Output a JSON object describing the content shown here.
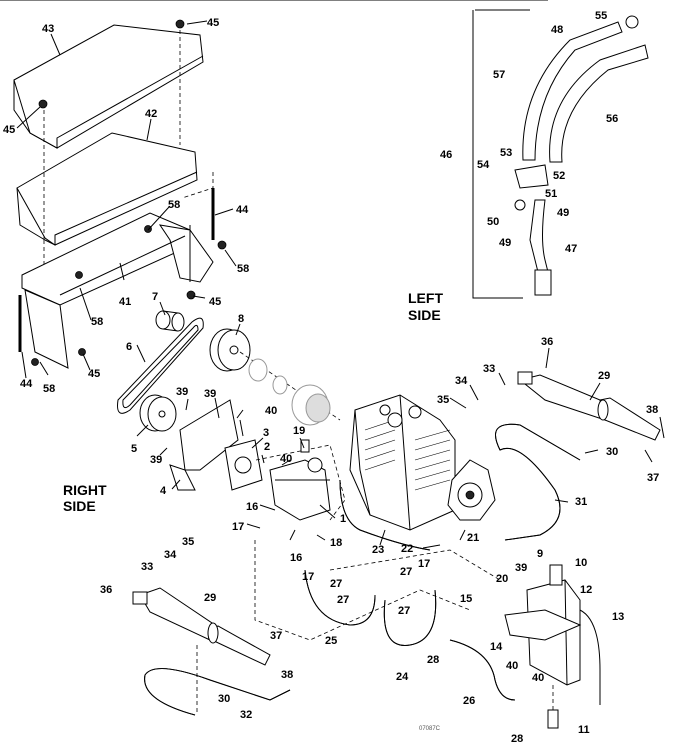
{
  "diagram": {
    "type": "exploded-parts-diagram",
    "section_labels": {
      "left_side": [
        "LEFT",
        "SIDE"
      ],
      "right_side": [
        "RIGHT",
        "SIDE"
      ]
    },
    "drawing_code": "07087C",
    "callouts": [
      {
        "id": "c1",
        "label": "1"
      },
      {
        "id": "c2",
        "label": "2"
      },
      {
        "id": "c3",
        "label": "3"
      },
      {
        "id": "c4",
        "label": "4"
      },
      {
        "id": "c5",
        "label": "5"
      },
      {
        "id": "c6",
        "label": "6"
      },
      {
        "id": "c7",
        "label": "7"
      },
      {
        "id": "c8",
        "label": "8"
      },
      {
        "id": "c9",
        "label": "9"
      },
      {
        "id": "c10",
        "label": "10"
      },
      {
        "id": "c11",
        "label": "11"
      },
      {
        "id": "c12",
        "label": "12"
      },
      {
        "id": "c13",
        "label": "13"
      },
      {
        "id": "c14",
        "label": "14"
      },
      {
        "id": "c15",
        "label": "15"
      },
      {
        "id": "c16a",
        "label": "16"
      },
      {
        "id": "c16b",
        "label": "16"
      },
      {
        "id": "c17a",
        "label": "17"
      },
      {
        "id": "c17b",
        "label": "17"
      },
      {
        "id": "c17c",
        "label": "17"
      },
      {
        "id": "c18",
        "label": "18"
      },
      {
        "id": "c19",
        "label": "19"
      },
      {
        "id": "c20",
        "label": "20"
      },
      {
        "id": "c21",
        "label": "21"
      },
      {
        "id": "c22",
        "label": "22"
      },
      {
        "id": "c23",
        "label": "23"
      },
      {
        "id": "c24",
        "label": "24"
      },
      {
        "id": "c25",
        "label": "25"
      },
      {
        "id": "c26",
        "label": "26"
      },
      {
        "id": "c27a",
        "label": "27"
      },
      {
        "id": "c27b",
        "label": "27"
      },
      {
        "id": "c27c",
        "label": "27"
      },
      {
        "id": "c27d",
        "label": "27"
      },
      {
        "id": "c28a",
        "label": "28"
      },
      {
        "id": "c28b",
        "label": "28"
      },
      {
        "id": "c29a",
        "label": "29"
      },
      {
        "id": "c29b",
        "label": "29"
      },
      {
        "id": "c30a",
        "label": "30"
      },
      {
        "id": "c30b",
        "label": "30"
      },
      {
        "id": "c31",
        "label": "31"
      },
      {
        "id": "c32",
        "label": "32"
      },
      {
        "id": "c33a",
        "label": "33"
      },
      {
        "id": "c33b",
        "label": "33"
      },
      {
        "id": "c34a",
        "label": "34"
      },
      {
        "id": "c34b",
        "label": "34"
      },
      {
        "id": "c35a",
        "label": "35"
      },
      {
        "id": "c35b",
        "label": "35"
      },
      {
        "id": "c36a",
        "label": "36"
      },
      {
        "id": "c36b",
        "label": "36"
      },
      {
        "id": "c37a",
        "label": "37"
      },
      {
        "id": "c37b",
        "label": "37"
      },
      {
        "id": "c38a",
        "label": "38"
      },
      {
        "id": "c38b",
        "label": "38"
      },
      {
        "id": "c39a",
        "label": "39"
      },
      {
        "id": "c39b",
        "label": "39"
      },
      {
        "id": "c39c",
        "label": "39"
      },
      {
        "id": "c39d",
        "label": "39"
      },
      {
        "id": "c40a",
        "label": "40"
      },
      {
        "id": "c40b",
        "label": "40"
      },
      {
        "id": "c40c",
        "label": "40"
      },
      {
        "id": "c40d",
        "label": "40"
      },
      {
        "id": "c41",
        "label": "41"
      },
      {
        "id": "c42",
        "label": "42"
      },
      {
        "id": "c43",
        "label": "43"
      },
      {
        "id": "c44a",
        "label": "44"
      },
      {
        "id": "c44b",
        "label": "44"
      },
      {
        "id": "c45a",
        "label": "45"
      },
      {
        "id": "c45b",
        "label": "45"
      },
      {
        "id": "c45c",
        "label": "45"
      },
      {
        "id": "c45d",
        "label": "45"
      },
      {
        "id": "c46",
        "label": "46"
      },
      {
        "id": "c47",
        "label": "47"
      },
      {
        "id": "c48",
        "label": "48"
      },
      {
        "id": "c49a",
        "label": "49"
      },
      {
        "id": "c49b",
        "label": "49"
      },
      {
        "id": "c50",
        "label": "50"
      },
      {
        "id": "c51",
        "label": "51"
      },
      {
        "id": "c52",
        "label": "52"
      },
      {
        "id": "c53",
        "label": "53"
      },
      {
        "id": "c54",
        "label": "54"
      },
      {
        "id": "c55",
        "label": "55"
      },
      {
        "id": "c56",
        "label": "56"
      },
      {
        "id": "c57",
        "label": "57"
      },
      {
        "id": "c58a",
        "label": "58"
      },
      {
        "id": "c58b",
        "label": "58"
      },
      {
        "id": "c58c",
        "label": "58"
      },
      {
        "id": "c58d",
        "label": "58"
      }
    ]
  }
}
